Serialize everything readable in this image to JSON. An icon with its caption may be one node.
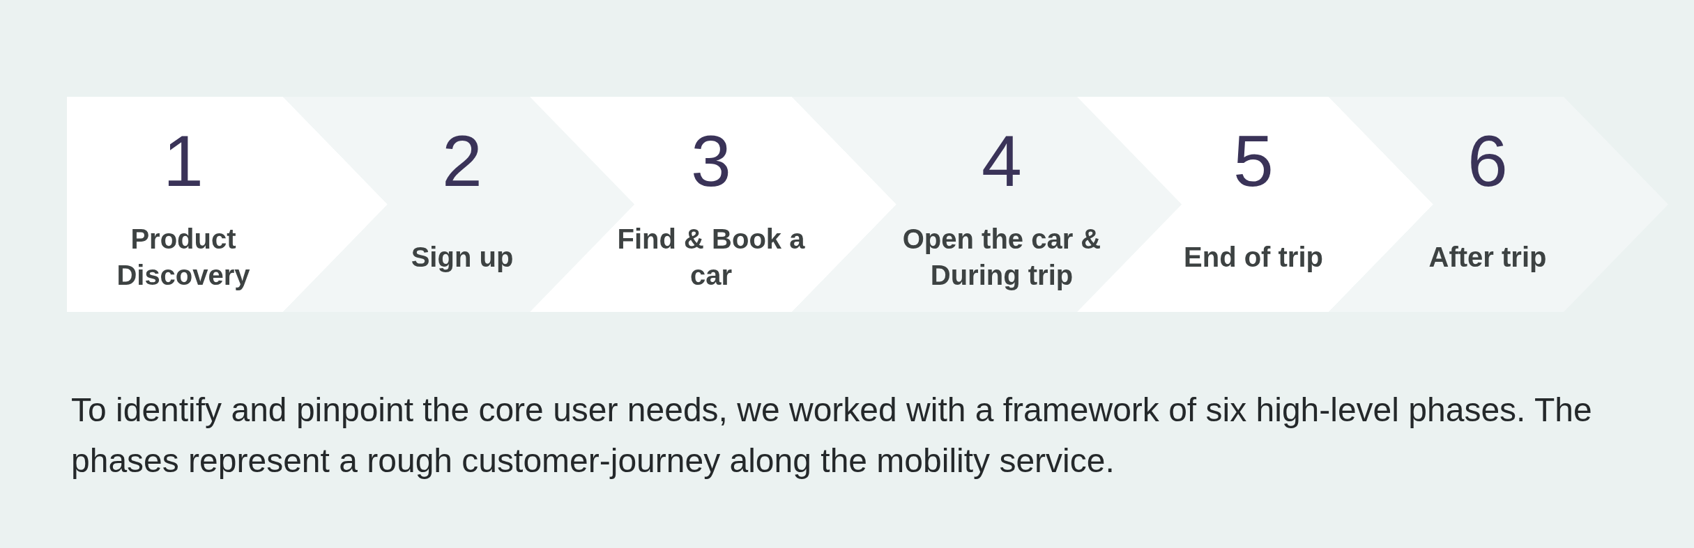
{
  "diagram": {
    "caption": "To identify and pinpoint the core user needs, we worked with a framework of six high-level phases. The phases represent a rough customer-journey along the mobility service.",
    "nodes": [
      {
        "text": [
          "1",
          "Product Discovery"
        ]
      },
      {
        "text": [
          "2",
          "Sign up"
        ]
      },
      {
        "text": [
          "3",
          "Find & Book a car"
        ]
      },
      {
        "text": [
          "4",
          "Open the car & During trip"
        ]
      },
      {
        "text": [
          "5",
          "End of trip"
        ]
      },
      {
        "text": [
          "6",
          "After trip"
        ]
      }
    ],
    "edges": []
  }
}
